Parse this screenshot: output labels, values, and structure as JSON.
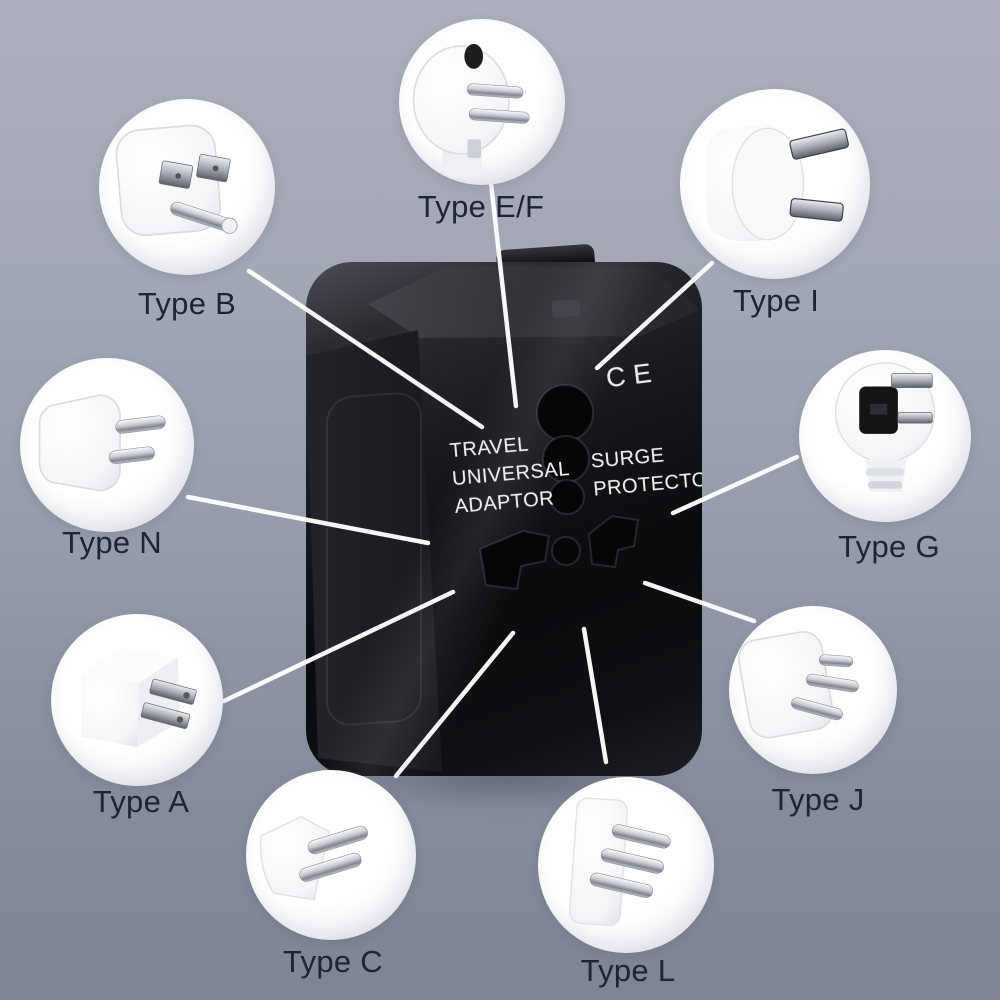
{
  "scene": {
    "background_top_color": "#abafba",
    "background_bottom_color": "#7d8496",
    "callout_line_color": "#ffffff",
    "label_text_color": "#1e2431"
  },
  "adapter": {
    "body_color": "#0b0b0e",
    "text_color": "#ededef",
    "face_text": {
      "line1": "TRAVEL",
      "line2": "UNIVERSAL",
      "line3": "ADAPTOR"
    },
    "right_text": {
      "line1": "SURGE",
      "line2": "PROTECTOR"
    },
    "ce_mark": "CE"
  },
  "plugs": [
    {
      "id": "ef",
      "label": "Type E/F"
    },
    {
      "id": "b",
      "label": "Type B"
    },
    {
      "id": "i",
      "label": "Type I"
    },
    {
      "id": "n",
      "label": "Type N"
    },
    {
      "id": "g",
      "label": "Type G"
    },
    {
      "id": "a",
      "label": "Type A"
    },
    {
      "id": "j",
      "label": "Type J"
    },
    {
      "id": "c",
      "label": "Type C"
    },
    {
      "id": "l",
      "label": "Type L"
    }
  ]
}
